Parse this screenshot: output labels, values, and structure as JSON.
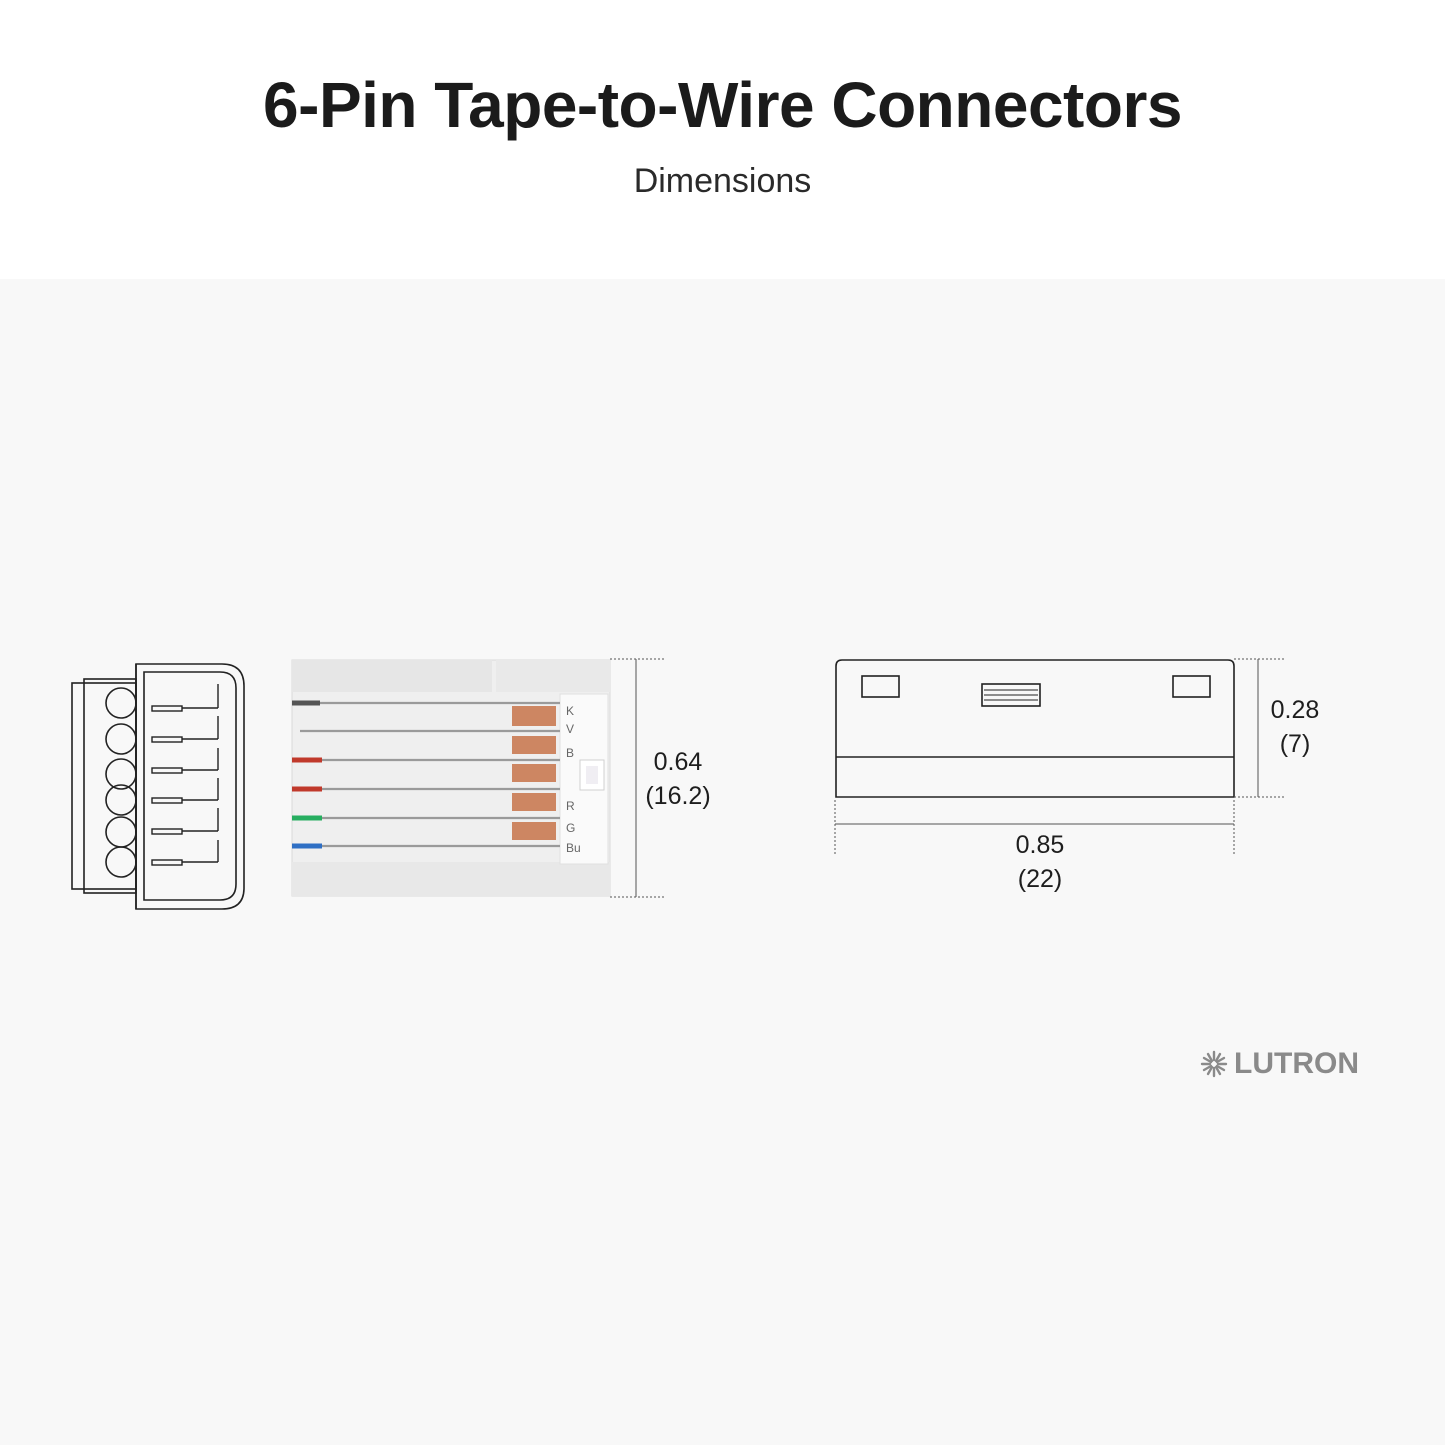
{
  "header": {
    "title": "6-Pin Tape-to-Wire Connectors",
    "subtitle": "Dimensions"
  },
  "dimensions": {
    "height_front": {
      "inch": "0.64",
      "mm": "(16.2)"
    },
    "height_side": {
      "inch": "0.28",
      "mm": "(7)"
    },
    "length_side": {
      "inch": "0.85",
      "mm": "(22)"
    }
  },
  "pcb_labels": [
    "K",
    "V",
    "B",
    "R",
    "G",
    "Bu"
  ],
  "brand": {
    "name": "LUTRON",
    "icon": "sunburst-logo-icon",
    "color": "#8a8a8a"
  },
  "colors": {
    "background_panel": "#f8f8f8",
    "wire_red": "#c0392b",
    "wire_green": "#27ae60",
    "wire_blue": "#2f6fc4",
    "copper": "#c8744a"
  }
}
